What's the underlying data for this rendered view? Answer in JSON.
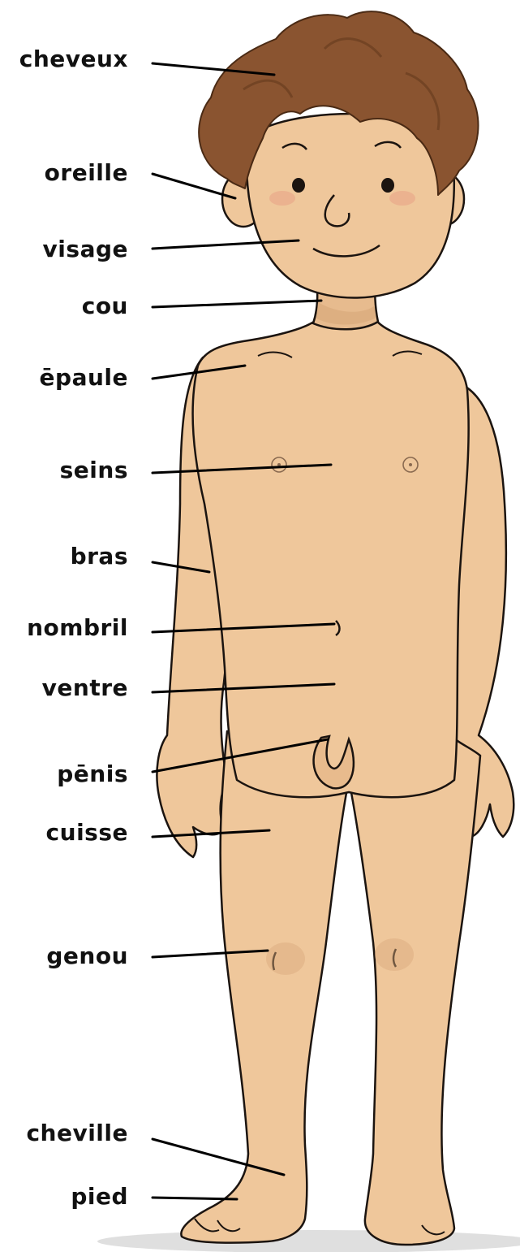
{
  "colors": {
    "skin": "#efc79b",
    "skin_shadow": "#d9a97c",
    "outline": "#1b1410",
    "hair": "#8a5430",
    "hair_dark": "#6a3d1f",
    "cheek": "#e9a98a",
    "ground": "#c9c9c9",
    "leader_line": "#000000",
    "label_text": "#111111"
  },
  "labels": {
    "cheveux": "cheveux",
    "oreille": "oreille",
    "visage": "visage",
    "cou": "cou",
    "epaule": "ēpaule",
    "seins": "seins",
    "bras": "bras",
    "nombril": "nombril",
    "ventre": "ventre",
    "penis": "pēnis",
    "cuisse": "cuisse",
    "genou": "genou",
    "cheville": "cheville",
    "pied": "pied"
  }
}
